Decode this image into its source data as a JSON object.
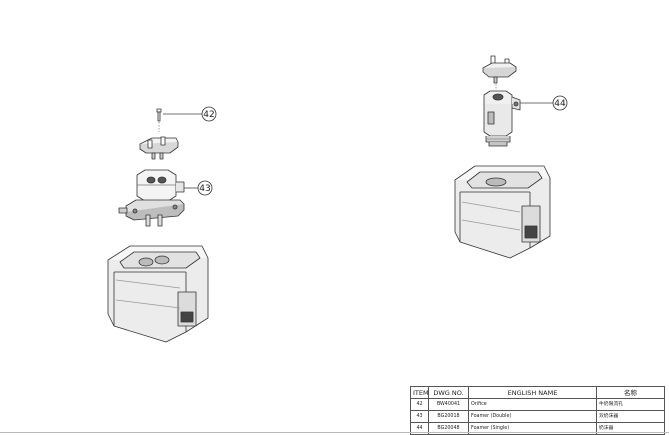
{
  "callouts": {
    "c42": "42",
    "c43": "43",
    "c44": "44"
  },
  "table": {
    "headers": {
      "item": "ITEM",
      "dwg": "DWG NO.",
      "english": "ENGLISH NAME",
      "chinese": "名称"
    },
    "rows": [
      {
        "item": "42",
        "dwg": "BW40041",
        "english": "Orifice",
        "chinese": "牛奶限流孔"
      },
      {
        "item": "43",
        "dwg": "BG20018",
        "english": "Foamer (Double)",
        "chinese": "双奶沫器"
      },
      {
        "item": "44",
        "dwg": "BG20048",
        "english": "Foamer (Single)",
        "chinese": "奶沫器"
      }
    ]
  }
}
